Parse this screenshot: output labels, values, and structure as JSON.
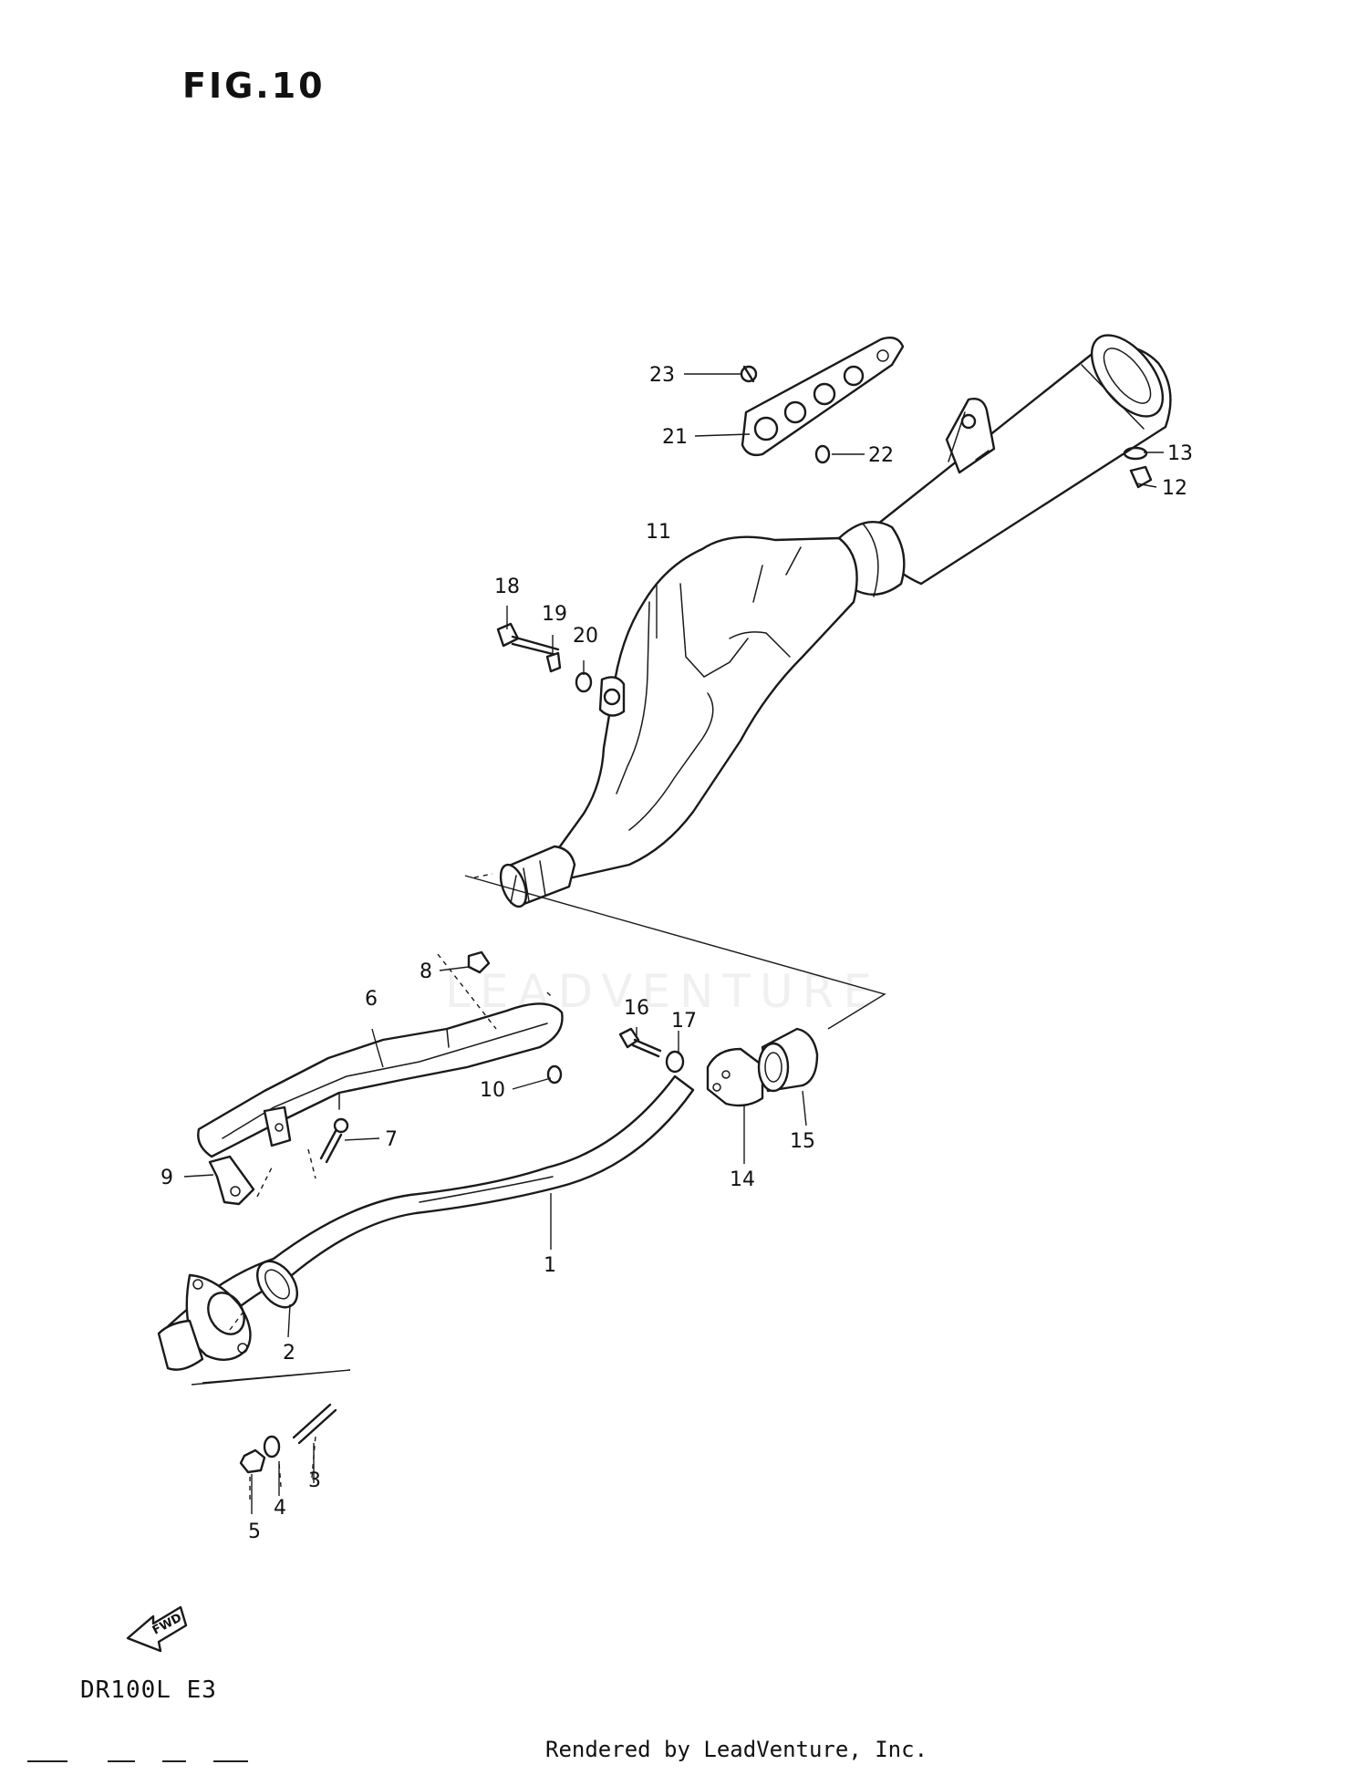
{
  "figure": {
    "title": "FIG.10"
  },
  "model": "DR100L E3",
  "footer": {
    "credit": "Rendered by LeadVenture, Inc."
  },
  "watermark": "LEADVENTURE",
  "fwd_indicator": "FWD",
  "callouts": [
    "1",
    "2",
    "3",
    "4",
    "5",
    "6",
    "7",
    "8",
    "9",
    "10",
    "11",
    "12",
    "13",
    "14",
    "15",
    "16",
    "17",
    "18",
    "19",
    "20",
    "21",
    "22",
    "23"
  ]
}
